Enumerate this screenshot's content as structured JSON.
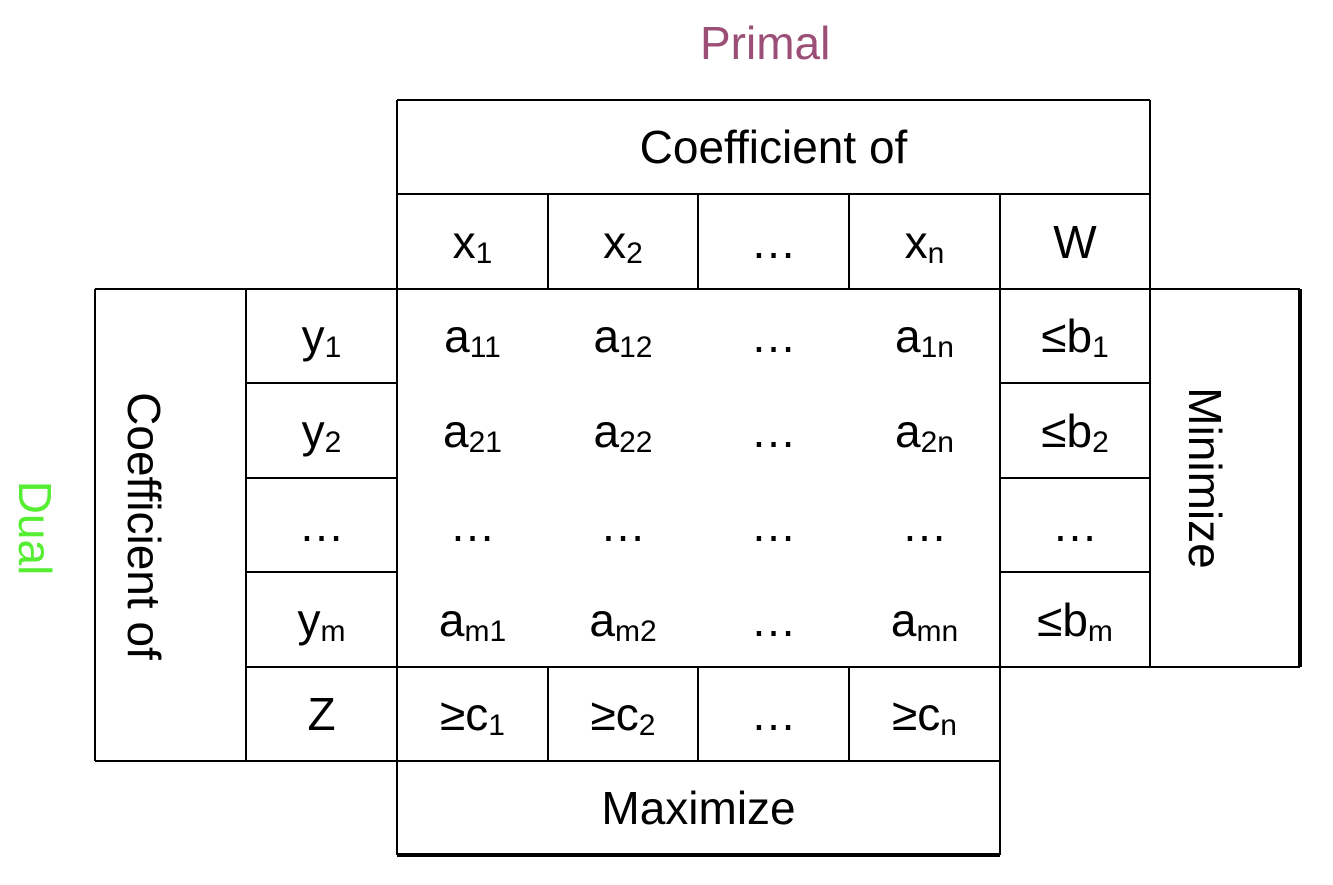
{
  "labels": {
    "primal": "Primal",
    "dual": "Dual",
    "primal_header": "Coefficient of",
    "dual_header": "Coefficient of",
    "objective_row": "Maximize",
    "objective_col": "Minimize"
  },
  "colors": {
    "primal": "#9c4f76",
    "dual": "#55ee33"
  },
  "columns": [
    {
      "base": "x",
      "sub": "1"
    },
    {
      "base": "x",
      "sub": "2"
    },
    {
      "base": "…",
      "sub": ""
    },
    {
      "base": "x",
      "sub": "n"
    },
    {
      "base": "W",
      "sub": ""
    }
  ],
  "rows": [
    {
      "var": {
        "base": "y",
        "sub": "1"
      },
      "cells": [
        {
          "base": "a",
          "sub": "11"
        },
        {
          "base": "a",
          "sub": "12"
        },
        {
          "base": "…",
          "sub": ""
        },
        {
          "base": "a",
          "sub": "1n"
        }
      ],
      "rhs": {
        "base": "≤b",
        "sub": "1"
      }
    },
    {
      "var": {
        "base": "y",
        "sub": "2"
      },
      "cells": [
        {
          "base": "a",
          "sub": "21"
        },
        {
          "base": "a",
          "sub": "22"
        },
        {
          "base": "…",
          "sub": ""
        },
        {
          "base": "a",
          "sub": "2n"
        }
      ],
      "rhs": {
        "base": "≤b",
        "sub": "2"
      }
    },
    {
      "var": {
        "base": "…",
        "sub": ""
      },
      "cells": [
        {
          "base": "…",
          "sub": ""
        },
        {
          "base": "…",
          "sub": ""
        },
        {
          "base": "…",
          "sub": ""
        },
        {
          "base": "…",
          "sub": ""
        }
      ],
      "rhs": {
        "base": "…",
        "sub": ""
      }
    },
    {
      "var": {
        "base": "y",
        "sub": "m"
      },
      "cells": [
        {
          "base": "a",
          "sub": "m1"
        },
        {
          "base": "a",
          "sub": "m2"
        },
        {
          "base": "…",
          "sub": ""
        },
        {
          "base": "a",
          "sub": "mn"
        }
      ],
      "rhs": {
        "base": "≤b",
        "sub": "m"
      }
    }
  ],
  "z_row": {
    "var": {
      "base": "Z",
      "sub": ""
    },
    "cells": [
      {
        "base": "≥c",
        "sub": "1"
      },
      {
        "base": "≥c",
        "sub": "2"
      },
      {
        "base": "…",
        "sub": ""
      },
      {
        "base": "≥c",
        "sub": "n"
      }
    ]
  }
}
